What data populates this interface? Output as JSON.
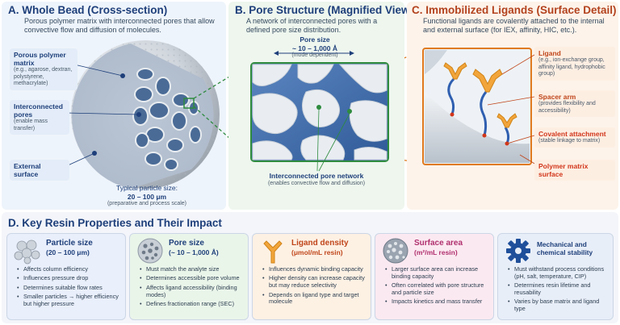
{
  "panel_a": {
    "title": "A. Whole Bead (Cross-section)",
    "desc": "Porous polymer matrix with interconnected pores that allow convective flow and diffusion of molecules.",
    "matrix_label": "Porous polymer matrix",
    "matrix_sub": "(e.g., agarose, dextran, polystyrene, methacrylate)",
    "pores_label": "Interconnected pores",
    "pores_sub": "(enable mass transfer)",
    "surface_label": "External surface",
    "size_label": "Typical particle size:",
    "size_value": "20 – 100 μm",
    "size_sub": "(preparative and process scale)"
  },
  "panel_b": {
    "title": "B. Pore Structure (Magnified View)",
    "desc": "A network of interconnected pores with a defined pore size distribution.",
    "pore_size_label": "Pore size",
    "pore_size_value": "~ 10 – 1,000 Å",
    "pore_size_sub": "(mode dependent)",
    "network_label": "Interconnected pore network",
    "network_sub": "(enables convective flow and diffusion)"
  },
  "panel_c": {
    "title": "C. Immobilized Ligands (Surface Detail)",
    "desc": "Functional ligands are covalently attached to the internal and external surface (for IEX, affinity, HIC, etc.).",
    "ligand_label": "Ligand",
    "ligand_sub": "(e.g., ion-exchange group, affinity ligand, hydrophobic group)",
    "spacer_label": "Spacer arm",
    "spacer_sub": "(provides flexibility and accessibility)",
    "covalent_label": "Covalent attachment",
    "covalent_sub": "(stable linkage to matrix)",
    "polymer_label": "Polymer matrix surface"
  },
  "panel_d": {
    "title": "D. Key Resin Properties and Their Impact",
    "cards": [
      {
        "title": "Particle size",
        "sub": "(20 – 100 μm)",
        "icon": "bead-cluster-icon",
        "items": [
          "Affects column efficiency",
          "Influences pressure drop",
          "Determines suitable flow rates",
          "Smaller particles → higher efficiency but higher pressure"
        ]
      },
      {
        "title": "Pore size",
        "sub": "(~ 10 – 1,000 Å)",
        "icon": "porous-disc-icon",
        "items": [
          "Must match the analyte size",
          "Determines accessible pore volume",
          "Affects ligand accessibility (binding modes)",
          "Defines fractionation range (SEC)"
        ]
      },
      {
        "title": "Ligand density",
        "sub": "(μmol/mL resin)",
        "icon": "ligand-icon",
        "items": [
          "Influences dynamic binding capacity",
          "Higher density can increase capacity but may reduce selectivity",
          "Depends on ligand type and target molecule"
        ]
      },
      {
        "title": "Surface area",
        "sub": "(m²/mL resin)",
        "icon": "surface-disc-icon",
        "items": [
          "Larger surface area can increase binding capacity",
          "Often correlated with pore structure and particle size",
          "Impacts kinetics and mass transfer"
        ]
      },
      {
        "title": "Mechanical and chemical stability",
        "sub": "",
        "icon": "gear-icon",
        "items": [
          "Must withstand process conditions (pH, salt, temperature, CIP)",
          "Determines resin lifetime and reusability",
          "Varies by base matrix and ligand type"
        ]
      }
    ]
  },
  "colors": {
    "navy": "#1e3f7a",
    "green": "#2e8b3e",
    "orange": "#e07a1f",
    "red_orange": "#c0461b",
    "ligand_gold": "#f2a53a",
    "spacer_blue": "#2f5fb0"
  }
}
